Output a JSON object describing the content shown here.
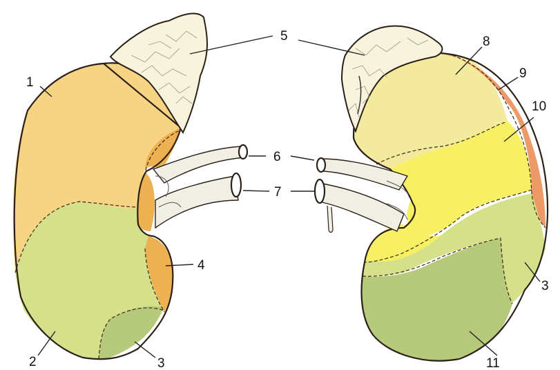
{
  "labels": {
    "l1": "1",
    "l2": "2",
    "l3a": "3",
    "l3b": "3",
    "l4": "4",
    "l5": "5",
    "l6": "6",
    "l7": "7",
    "l8": "8",
    "l9": "9",
    "l10": "10",
    "l11": "11"
  },
  "colors": {
    "zone_orange_light": "#f6d483",
    "zone_green_light": "#d5e08a",
    "zone_green_dark": "#b7c97a",
    "zone_orange": "#eeb152",
    "zone_yellow": "#f8f064",
    "zone_salmon": "#ee9a68",
    "adrenal": "#f7f3dc",
    "vessel": "#f1eee3"
  }
}
